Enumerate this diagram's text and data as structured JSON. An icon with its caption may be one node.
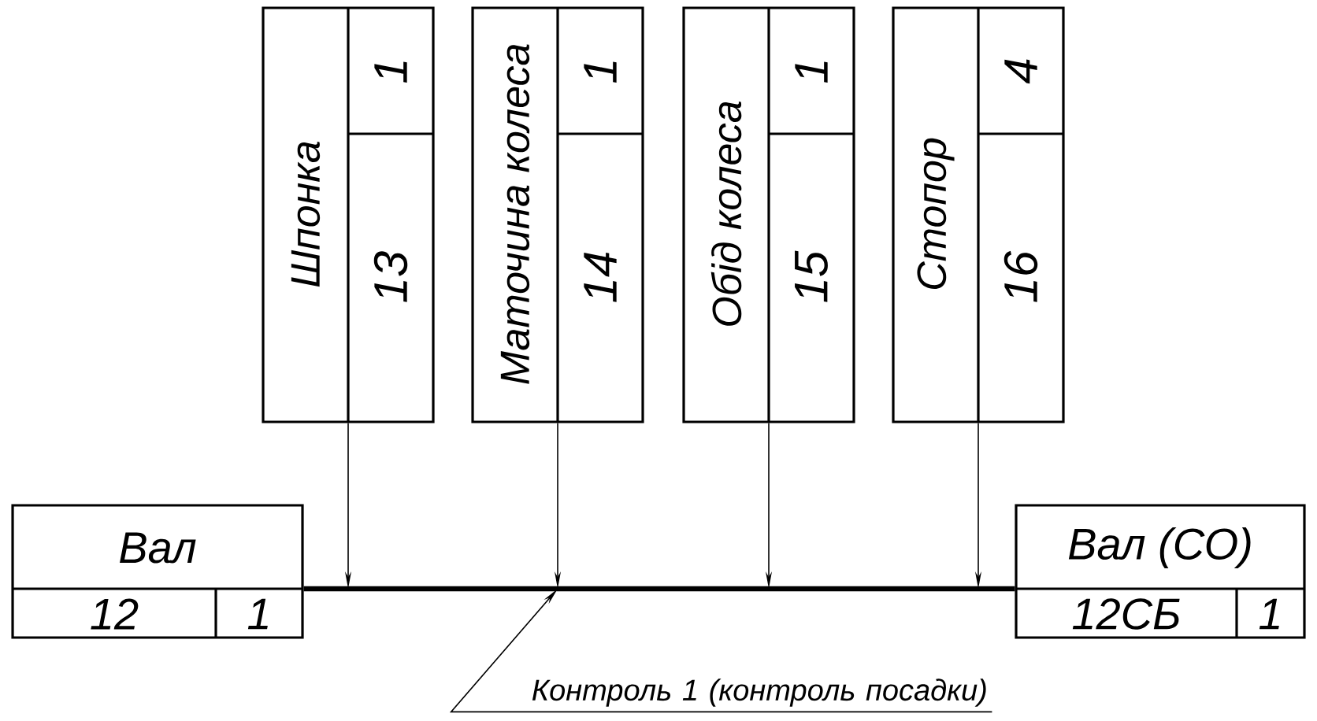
{
  "diagram": {
    "nodes": [
      {
        "text": [
          "Вал",
          "12",
          "1"
        ]
      },
      {
        "text": [
          "Шпонка",
          "1",
          "13"
        ]
      },
      {
        "text": [
          "Маточина колеса",
          "1",
          "14"
        ]
      },
      {
        "text": [
          "Обід колеса",
          "1",
          "15"
        ]
      },
      {
        "text": [
          "Стопор",
          "4",
          "16"
        ]
      },
      {
        "text": [
          "Вал (СО)",
          "12СБ",
          "1"
        ]
      },
      {
        "text": [
          "Контроль 1 (контроль посадки)"
        ]
      }
    ],
    "edges": [
      {
        "from": 0,
        "to": 5,
        "arrow": "none",
        "style": "thick"
      },
      {
        "from": 1,
        "to": null,
        "arrow": "to"
      },
      {
        "from": 2,
        "to": null,
        "arrow": "to"
      },
      {
        "from": 3,
        "to": null,
        "arrow": "to"
      },
      {
        "from": 4,
        "to": null,
        "arrow": "to"
      },
      {
        "from": 6,
        "to": null,
        "arrow": "to"
      }
    ]
  }
}
